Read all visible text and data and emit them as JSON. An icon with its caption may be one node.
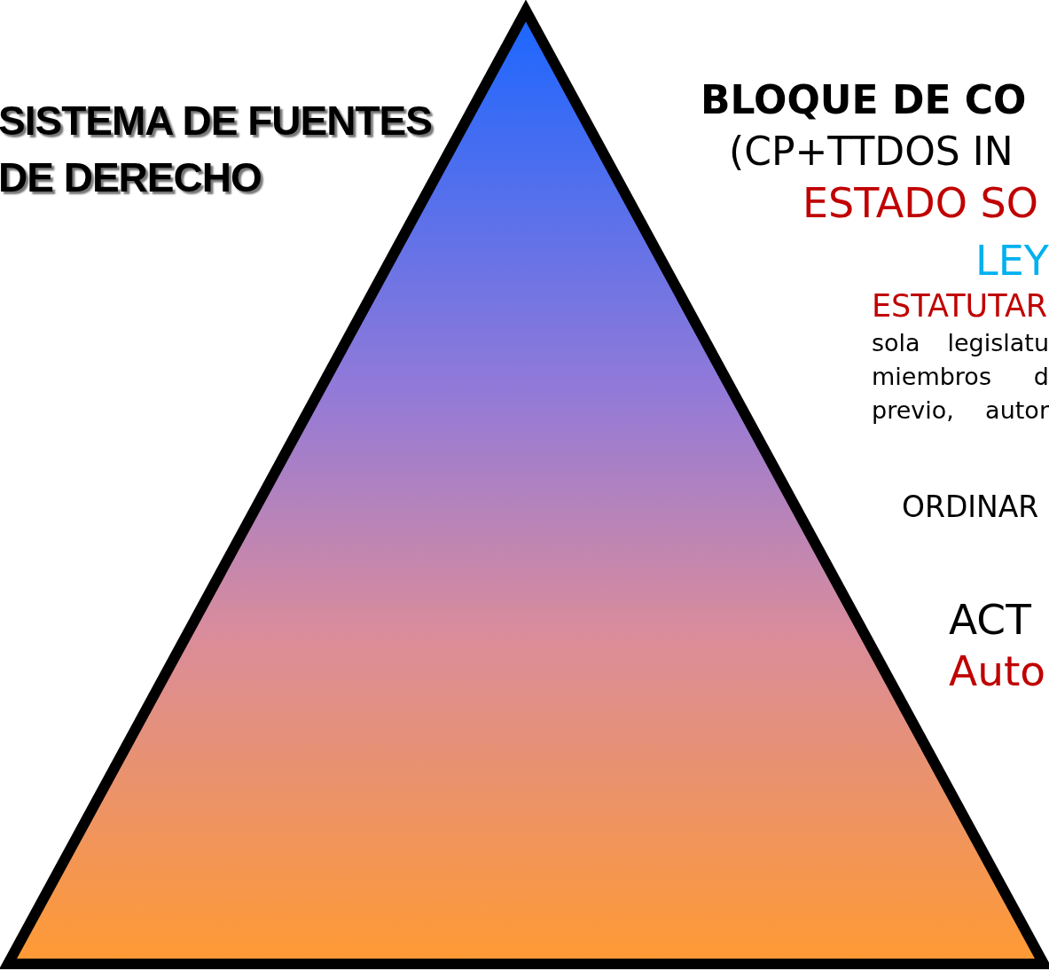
{
  "diagram": {
    "title": "SISTEMA DE FUENTES DE DERECHO",
    "labels": [
      "BLOQUE DE CO",
      "(CP+TTDOS IN",
      "ESTADO SO",
      "LEY",
      "ESTATUTAR",
      "sola legislatu miembros d previo, autor",
      "ORDINAR",
      "ACT",
      "Auto"
    ]
  }
}
